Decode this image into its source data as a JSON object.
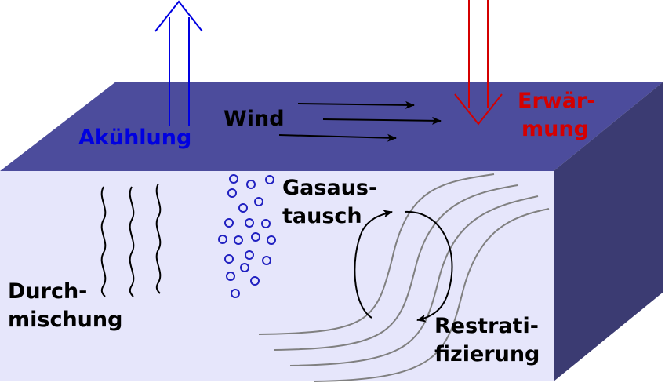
{
  "labels": {
    "cooling": "Akühlung",
    "wind": "Wind",
    "warming_line1": "Erwär-",
    "warming_line2": "mung",
    "gas_line1": "Gasaus-",
    "gas_line2": "tausch",
    "mixing_line1": "Durch-",
    "mixing_line2": "mischung",
    "restrat_line1": "Restrati-",
    "restrat_line2": "fizierung"
  },
  "colors": {
    "top_face": "#4c4c9c",
    "side_face": "#3b3b72",
    "front_face": "#e6e6fb",
    "cooling": "#0000e0",
    "warming": "#d40000",
    "bubbles": "#2020c0",
    "lines": "#000000",
    "isopycnals": "#808080"
  }
}
